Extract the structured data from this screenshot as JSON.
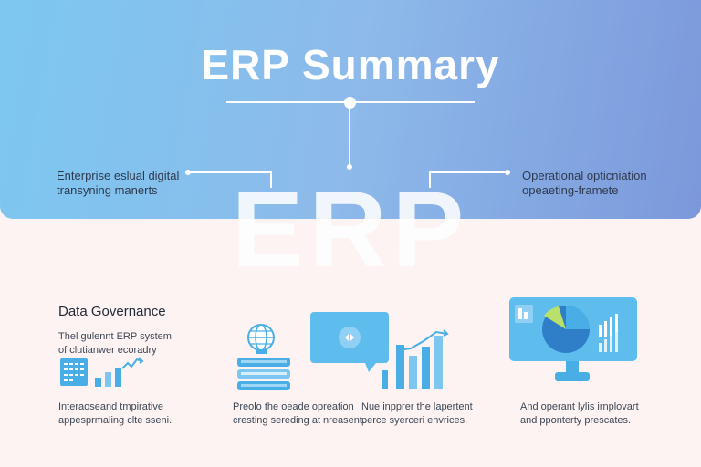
{
  "header": {
    "title": "ERP Summary",
    "watermark": "ERP",
    "left_note": [
      "Enterprise eslual digital",
      "transyning manerts"
    ],
    "right_note": [
      "Operational opticniation",
      "opeaeting-framete"
    ]
  },
  "section": {
    "title": "Data Governance",
    "intro": [
      "Thel gulennt ERP system",
      "of clutianwer ecoradry"
    ]
  },
  "cards": [
    {
      "icon": "bar-chart-icon",
      "lines": [
        "Interaoseand tmpirative",
        "appesprmaling clte sseni."
      ]
    },
    {
      "icon": "globe-stack-icon",
      "lines": [
        "Preolo the oeade opreation",
        "cresting sereding at nreasent."
      ]
    },
    {
      "icon": "presentation-chart-icon",
      "lines": [
        "Nue inpprer the lapertent",
        "perce syerceri envrices."
      ]
    },
    {
      "icon": "monitor-pie-icon",
      "lines": [
        "And operant lylis irnplovart",
        "and pponterty prescates."
      ]
    }
  ],
  "colors": {
    "hero_start": "#7cc8f1",
    "hero_end": "#7c98db",
    "background": "#fcf3f2",
    "accent_blue": "#4aaee6",
    "accent_light": "#7cc6ef",
    "accent_green": "#b8e06a"
  }
}
